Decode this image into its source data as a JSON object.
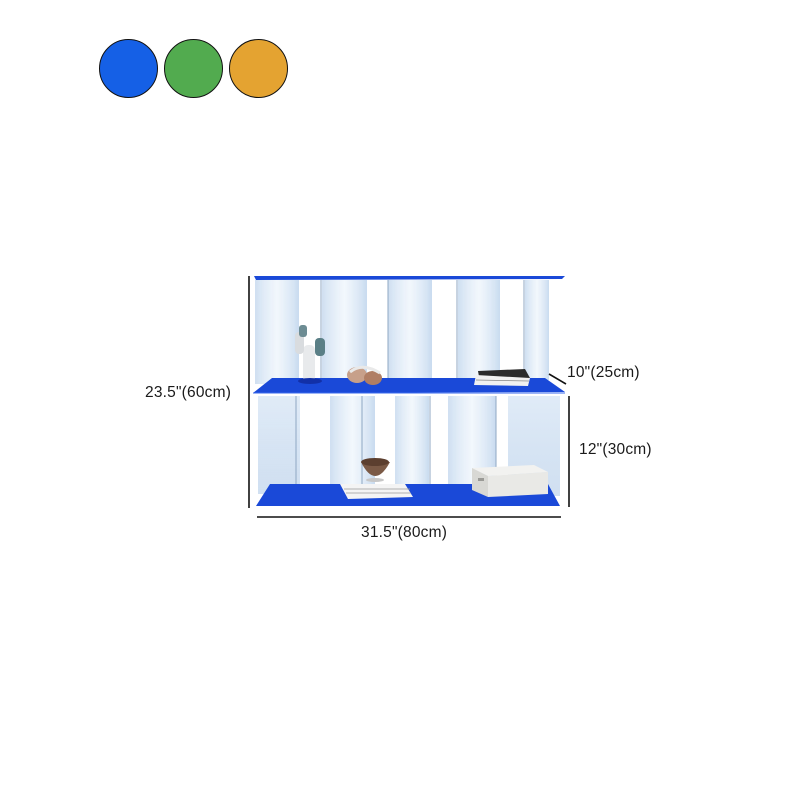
{
  "color_options": [
    {
      "name": "blue",
      "color": "#1560e6"
    },
    {
      "name": "green",
      "color": "#52ab4f"
    },
    {
      "name": "orange",
      "color": "#e4a331"
    }
  ],
  "dimensions": {
    "height": "23.5\"(60cm)",
    "depth": "10\"(25cm)",
    "shelf_height": "12\"(30cm)",
    "width": "31.5\"(80cm)"
  },
  "colors": {
    "shelf_blue": "#1a49d8",
    "panel_tint": "#cfe0f2",
    "line": "#111111"
  }
}
